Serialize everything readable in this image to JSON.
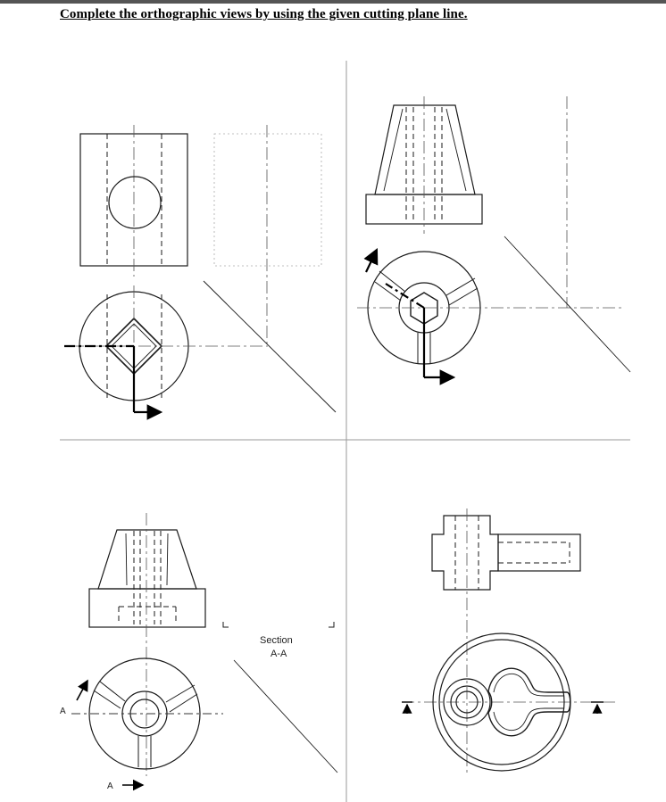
{
  "heading": "Complete the orthographic views by using the given cutting plane line.",
  "labels": {
    "section": "Section",
    "section_id": "A-A",
    "cut_letter_left": "A",
    "cut_letter_bottom": "A"
  },
  "colors": {
    "line": "#1a1a1a",
    "light": "#888888",
    "divider": "#9a9a9a"
  }
}
